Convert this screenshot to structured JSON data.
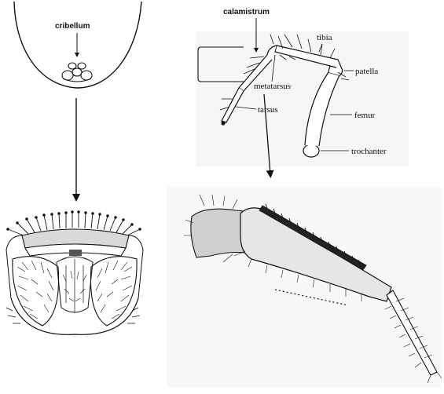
{
  "labels": {
    "cribellum": "cribellum",
    "calamistrum": "calamistrum",
    "tibia": "tibia",
    "patella": "patella",
    "metatarsus": "metatarsus",
    "tarsus": "tarsus",
    "femur": "femur",
    "trochanter": "trochanter"
  },
  "colors": {
    "ink": "#111111",
    "stipple": "#9a9a9a",
    "background": "#ffffff"
  }
}
